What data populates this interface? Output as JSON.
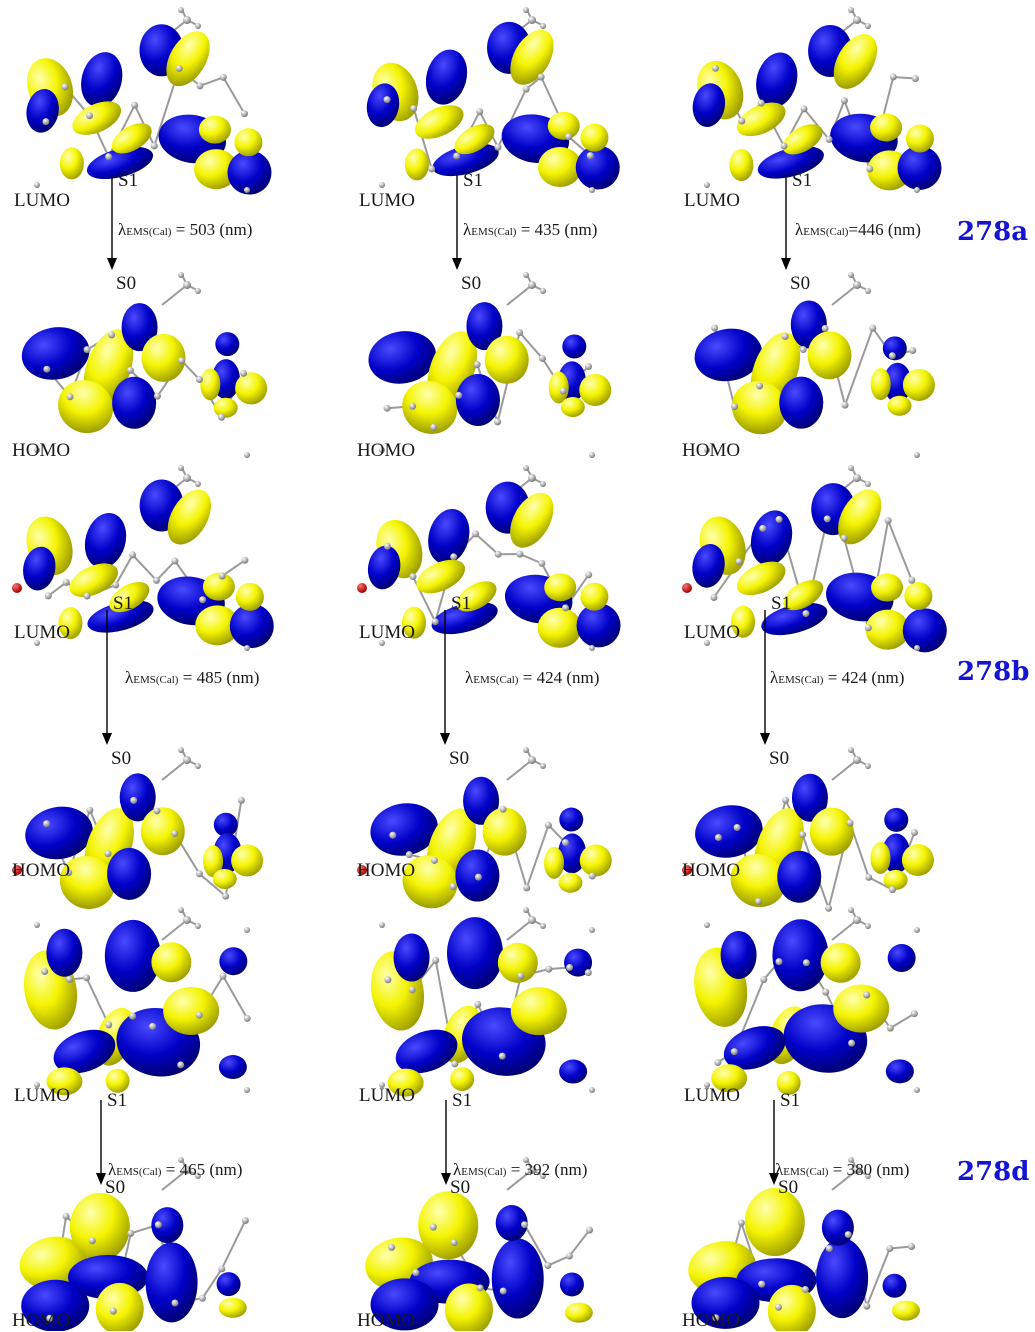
{
  "compounds": [
    {
      "name": "278a",
      "columns": [
        {
          "lumo_label": "LUMO",
          "homo_label": "HOMO",
          "s1": "S1",
          "s0": "S0",
          "lambda_symbol": "λ",
          "lambda_sub": "EMS(Cal)",
          "lambda_value": " = 503 (nm)"
        },
        {
          "lumo_label": "LUMO",
          "homo_label": "HOMO",
          "s1": "S1",
          "s0": "S0",
          "lambda_symbol": "λ",
          "lambda_sub": "EMS(Cal)",
          "lambda_value": " = 435 (nm)"
        },
        {
          "lumo_label": "LUMO",
          "homo_label": "HOMO",
          "s1": "S1",
          "s0": "S0",
          "lambda_symbol": "λ",
          "lambda_sub": "EMS(Cal)",
          "lambda_value": "=446 (nm)"
        }
      ]
    },
    {
      "name": "278b",
      "columns": [
        {
          "lumo_label": "LUMO",
          "homo_label": "HOMO",
          "s1": "S1",
          "s0": "S0",
          "lambda_symbol": "λ",
          "lambda_sub": "EMS(Cal)",
          "lambda_value": " = 485 (nm)"
        },
        {
          "lumo_label": "LUMO",
          "homo_label": "HOMO",
          "s1": "S1",
          "s0": "S0",
          "lambda_symbol": "λ",
          "lambda_sub": "EMS(Cal)",
          "lambda_value": " = 424 (nm)"
        },
        {
          "lumo_label": "LUMO",
          "homo_label": "HOMO",
          "s1": "S1",
          "s0": "S0",
          "lambda_symbol": "λ",
          "lambda_sub": "EMS(Cal)",
          "lambda_value": " = 424 (nm)"
        }
      ]
    },
    {
      "name": "278d",
      "columns": [
        {
          "lumo_label": "LUMO",
          "homo_label": "HOMO",
          "s1": "S1",
          "s0": "S0",
          "lambda_symbol": "λ",
          "lambda_sub": "EMS(Cal)",
          "lambda_value": " = 465 (nm)"
        },
        {
          "lumo_label": "LUMO",
          "homo_label": "HOMO",
          "s1": "S1",
          "s0": "S0",
          "lambda_symbol": "λ",
          "lambda_sub": "EMS(Cal)",
          "lambda_value": " = 392 (nm)"
        },
        {
          "lumo_label": "LUMO",
          "homo_label": "HOMO",
          "s1": "S1",
          "s0": "S0",
          "lambda_symbol": "λ",
          "lambda_sub": "EMS(Cal)",
          "lambda_value": " = 380 (nm)"
        }
      ]
    }
  ],
  "colors": {
    "positive_lobe": "#ffff00",
    "negative_lobe": "#0000c8",
    "atom": "#b8b8b8",
    "oxygen_atom": "#d20000",
    "label_color": "#1414d2",
    "arrow": "#000000"
  }
}
